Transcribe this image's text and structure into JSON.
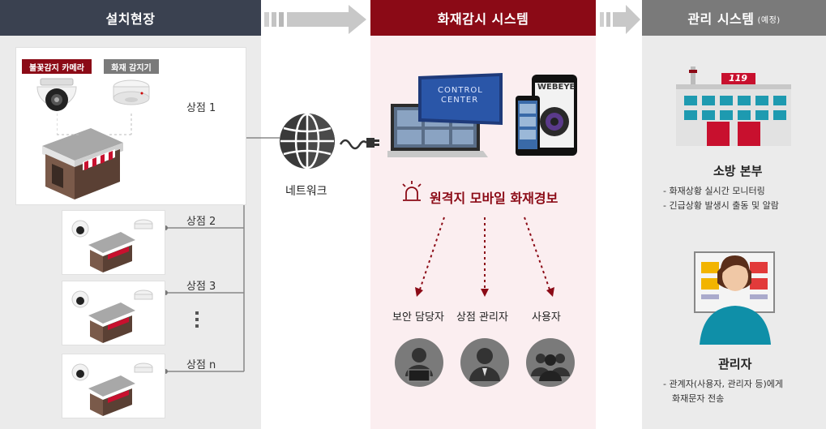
{
  "headers": {
    "left": "설치현장",
    "middle": "화재감시 시스템",
    "right": "관리 시스템",
    "right_sub": "(예정)"
  },
  "site": {
    "camera_tag": "불꽃감지 카메라",
    "smoke_tag": "화재 감지기",
    "stores": [
      "상점 1",
      "상점 2",
      "상점 3",
      "상점 n"
    ]
  },
  "network": {
    "label": "네트워크"
  },
  "monitor": {
    "control_center_line1": "CONTROL",
    "control_center_line2": "CENTER",
    "app_brand": "WEBEYE",
    "alert_title": "원격지 모바일 화재경보",
    "roles": [
      "보안 담당자",
      "상점 관리자",
      "사용자"
    ]
  },
  "management": {
    "fire_station_sign": "119",
    "fire_title": "소방 본부",
    "fire_bullets": [
      "- 화재상황 실시간 모니터링",
      "- 긴급상황 발생시 출동 및 알람"
    ],
    "manager_title": "관리자",
    "manager_bullets": [
      "- 관계자(사용자, 관리자 등)에게",
      "화재문자 전송"
    ]
  },
  "colors": {
    "dark_header": "#3a4150",
    "accent_red": "#8b0a16",
    "gray_header": "#7a7a7a",
    "panel_gray": "#ebebeb",
    "panel_pink": "#fbeef0"
  }
}
